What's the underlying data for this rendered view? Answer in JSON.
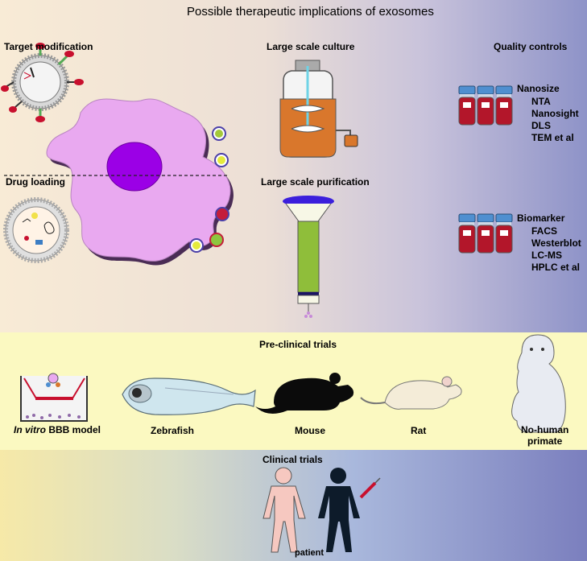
{
  "title": "Possible therapeutic implications of exosomes",
  "sections": {
    "target_modification": "Target modification",
    "drug_loading": "Drug loading",
    "large_scale_culture": "Large scale culture",
    "large_scale_purification": "Large scale purification",
    "quality_controls": "Quality controls",
    "pre_clinical_trials": "Pre-clinical trials",
    "clinical_trials": "Clinical trials"
  },
  "quality": {
    "nanosize_title": "Nanosize",
    "nanosize_items": [
      "NTA",
      "Nanosight",
      "DLS",
      "TEM et al"
    ],
    "biomarker_title": "Biomarker",
    "biomarker_items": [
      "FACS",
      "Westerblot",
      "LC-MS",
      "HPLC et al"
    ]
  },
  "preclinical": {
    "invitro_italic": "In vitro",
    "invitro_rest": " BBB model",
    "zebrafish": "Zebrafish",
    "mouse": "Mouse",
    "rat": "Rat",
    "primate_line1": "No-human",
    "primate_line2": "primate"
  },
  "clinical": {
    "patient": "patient"
  },
  "colors": {
    "cell": "#e9a9f0",
    "nucleus": "#9b00e6",
    "culture_medium": "#d9772c",
    "column": "#8fbe3a",
    "vial_liquid": "#b3162a",
    "vial_cap": "#4f8fd0"
  }
}
